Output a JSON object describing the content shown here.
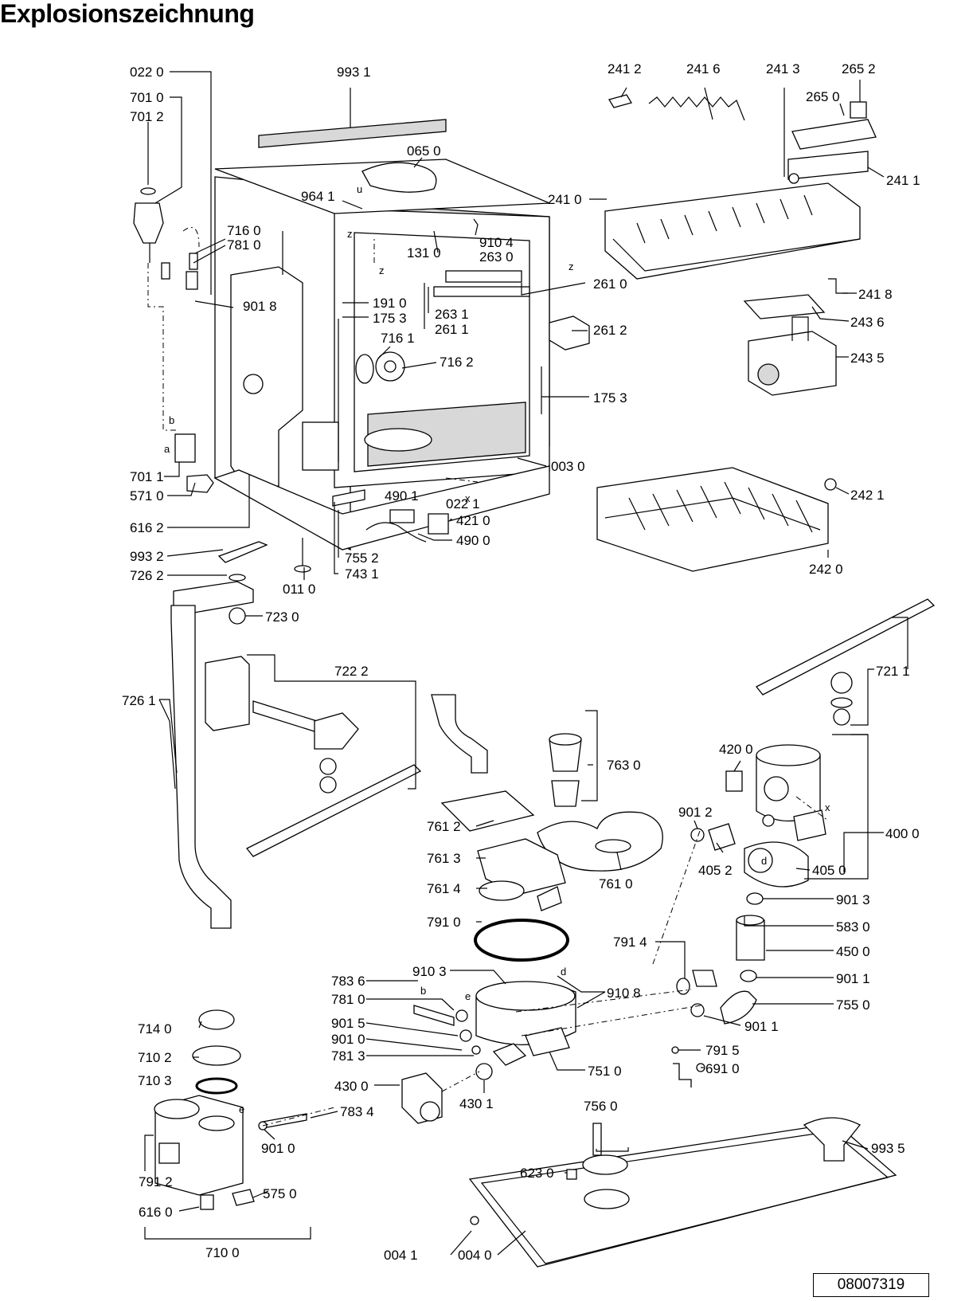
{
  "title": "Explosionszeichnung",
  "drawing_number": "08007319",
  "parts": [
    {
      "id": "p0220a",
      "label": "022 0"
    },
    {
      "id": "p9931",
      "label": "993 1"
    },
    {
      "id": "p7010",
      "label": "701 0"
    },
    {
      "id": "p7012",
      "label": "701 2"
    },
    {
      "id": "p0650",
      "label": "065 0"
    },
    {
      "id": "p9641",
      "label": "964 1"
    },
    {
      "id": "p7160",
      "label": "716 0"
    },
    {
      "id": "p7810a",
      "label": "781 0"
    },
    {
      "id": "p9104",
      "label": "910 4"
    },
    {
      "id": "p1310",
      "label": "131 0"
    },
    {
      "id": "p2630",
      "label": "263 0"
    },
    {
      "id": "p2610",
      "label": "261 0"
    },
    {
      "id": "p9018",
      "label": "901 8"
    },
    {
      "id": "p1910",
      "label": "191 0"
    },
    {
      "id": "p1753a",
      "label": "175 3"
    },
    {
      "id": "p2631",
      "label": "263 1"
    },
    {
      "id": "p2611",
      "label": "261 1"
    },
    {
      "id": "p2612",
      "label": "261 2"
    },
    {
      "id": "p7161",
      "label": "716 1"
    },
    {
      "id": "p7162",
      "label": "716 2"
    },
    {
      "id": "p1753b",
      "label": "175 3"
    },
    {
      "id": "p0030",
      "label": "003 0"
    },
    {
      "id": "p7011",
      "label": "701 1"
    },
    {
      "id": "p5710",
      "label": "571 0"
    },
    {
      "id": "p4901",
      "label": "490 1"
    },
    {
      "id": "p0221",
      "label": "022 1"
    },
    {
      "id": "p4210",
      "label": "421 0"
    },
    {
      "id": "p4900",
      "label": "490 0"
    },
    {
      "id": "p6162",
      "label": "616 2"
    },
    {
      "id": "p9932",
      "label": "993 2"
    },
    {
      "id": "p7552",
      "label": "755 2"
    },
    {
      "id": "p7431",
      "label": "743 1"
    },
    {
      "id": "p0110",
      "label": "011 0"
    },
    {
      "id": "p2412",
      "label": "241 2"
    },
    {
      "id": "p2416",
      "label": "241 6"
    },
    {
      "id": "p2413",
      "label": "241 3"
    },
    {
      "id": "p2652",
      "label": "265 2"
    },
    {
      "id": "p2650",
      "label": "265 0"
    },
    {
      "id": "p2410",
      "label": "241 0"
    },
    {
      "id": "p2411",
      "label": "241 1"
    },
    {
      "id": "p2418",
      "label": "241 8"
    },
    {
      "id": "p2436",
      "label": "243 6"
    },
    {
      "id": "p2435",
      "label": "243 5"
    },
    {
      "id": "p2421",
      "label": "242 1"
    },
    {
      "id": "p2420",
      "label": "242 0"
    },
    {
      "id": "p7262",
      "label": "726 2"
    },
    {
      "id": "p7230",
      "label": "723 0"
    },
    {
      "id": "p7222",
      "label": "722 2"
    },
    {
      "id": "p7261",
      "label": "726 1"
    },
    {
      "id": "p7630",
      "label": "763 0"
    },
    {
      "id": "p7612",
      "label": "761 2"
    },
    {
      "id": "p7613",
      "label": "761 3"
    },
    {
      "id": "p7614",
      "label": "761 4"
    },
    {
      "id": "p7610",
      "label": "761 0"
    },
    {
      "id": "p7910",
      "label": "791 0"
    },
    {
      "id": "p7211",
      "label": "721 1"
    },
    {
      "id": "p4200",
      "label": "420 0"
    },
    {
      "id": "p4000",
      "label": "400 0"
    },
    {
      "id": "p9012",
      "label": "901 2"
    },
    {
      "id": "p4052",
      "label": "405 2"
    },
    {
      "id": "p4050",
      "label": "405 0"
    },
    {
      "id": "p9013",
      "label": "901 3"
    },
    {
      "id": "p7914",
      "label": "791 4"
    },
    {
      "id": "p5830",
      "label": "583 0"
    },
    {
      "id": "p4500",
      "label": "450 0"
    },
    {
      "id": "p9011a",
      "label": "901 1"
    },
    {
      "id": "p7550",
      "label": "755 0"
    },
    {
      "id": "p9011b",
      "label": "901 1"
    },
    {
      "id": "p9103",
      "label": "910 3"
    },
    {
      "id": "p9108",
      "label": "910 8"
    },
    {
      "id": "p7836",
      "label": "783 6"
    },
    {
      "id": "p7810b",
      "label": "781 0"
    },
    {
      "id": "p9015",
      "label": "901 5"
    },
    {
      "id": "p9010a",
      "label": "901 0"
    },
    {
      "id": "p7813",
      "label": "781 3"
    },
    {
      "id": "p7510",
      "label": "751 0"
    },
    {
      "id": "p7140",
      "label": "714 0"
    },
    {
      "id": "p7102",
      "label": "710 2"
    },
    {
      "id": "p7103",
      "label": "710 3"
    },
    {
      "id": "p4300",
      "label": "430 0"
    },
    {
      "id": "p4301",
      "label": "430 1"
    },
    {
      "id": "p7834",
      "label": "783 4"
    },
    {
      "id": "p9010b",
      "label": "901 0"
    },
    {
      "id": "p7915",
      "label": "791 5"
    },
    {
      "id": "p6910",
      "label": "691 0"
    },
    {
      "id": "p7560",
      "label": "756 0"
    },
    {
      "id": "p6230",
      "label": "623 0"
    },
    {
      "id": "p9935",
      "label": "993 5"
    },
    {
      "id": "p7912",
      "label": "791 2"
    },
    {
      "id": "p6160",
      "label": "616 0"
    },
    {
      "id": "p5750",
      "label": "575 0"
    },
    {
      "id": "p7100",
      "label": "710 0"
    },
    {
      "id": "p0041",
      "label": "004 1"
    },
    {
      "id": "p0040",
      "label": "004 0"
    }
  ],
  "connector_letters": [
    {
      "id": "la",
      "label": "a"
    },
    {
      "id": "lb",
      "label": "b"
    },
    {
      "id": "lu",
      "label": "u"
    },
    {
      "id": "lz1",
      "label": "z"
    },
    {
      "id": "lz2",
      "label": "z"
    },
    {
      "id": "lz3",
      "label": "z"
    },
    {
      "id": "lx1",
      "label": "x"
    },
    {
      "id": "lx2",
      "label": "x"
    },
    {
      "id": "ld1",
      "label": "d"
    },
    {
      "id": "ld2",
      "label": "d"
    },
    {
      "id": "le1",
      "label": "e"
    },
    {
      "id": "le2",
      "label": "e"
    },
    {
      "id": "lb2",
      "label": "b"
    }
  ]
}
